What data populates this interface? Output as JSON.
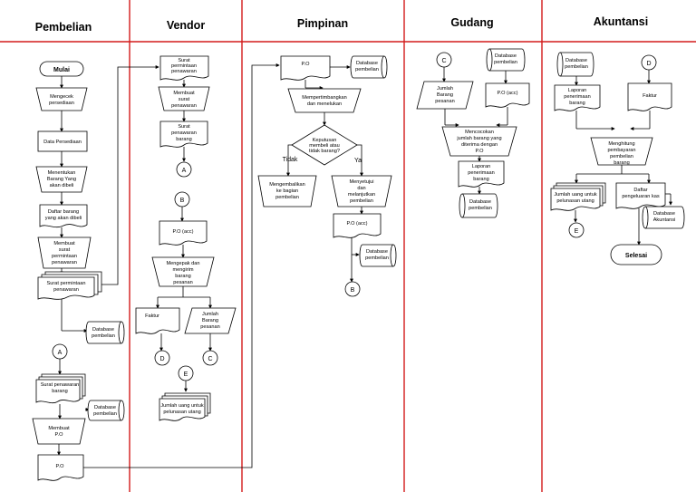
{
  "lanes": [
    "Pembelian",
    "Vendor",
    "Pimpinan",
    "Gudang",
    "Akuntansi"
  ],
  "pembelian": {
    "mulai": "Mulai",
    "mengecek": [
      "Mengecek",
      "persediaan"
    ],
    "data_persediaan": "Data Persediaan",
    "menentukan": [
      "Menentukan",
      "Barang Yang",
      "akan dibeli"
    ],
    "daftar_barang": [
      "Daftar barang",
      "yang akan dibeli"
    ],
    "membuat_surat": [
      "Membuat",
      "surat",
      "permintaan",
      "penawaran"
    ],
    "surat_permintaan": [
      "Surat permintaan",
      "penawaran"
    ],
    "database": [
      "Database",
      "pembelian"
    ],
    "conn_a": "A",
    "surat_penawaran": [
      "Surat penawaran",
      "barang"
    ],
    "database2": [
      "Database",
      "pembelian"
    ],
    "membuat_po": [
      "Membuat",
      "P.O"
    ],
    "po": "P.O"
  },
  "vendor": {
    "surat_permintaan": [
      "Surat",
      "permintaan",
      "penawaran"
    ],
    "membuat_surat": [
      "Membuat",
      "surat",
      "penawaran"
    ],
    "surat_penawaran": [
      "Surat",
      "penawaran",
      "barang"
    ],
    "conn_a": "A",
    "conn_b": "B",
    "po_acc": "P.O (acc)",
    "mengepak": [
      "Mengepak dan",
      "mengirim",
      "barang",
      "pesanan"
    ],
    "faktur": "Faktur",
    "jumlah_barang": [
      "Jumlah",
      "Barang",
      "pesanan"
    ],
    "conn_d": "D",
    "conn_c": "C",
    "conn_e": "E",
    "jumlah_uang": [
      "Jumlah uang untuk",
      "pelunasan utang"
    ]
  },
  "pimpinan": {
    "po": "P.O",
    "database": [
      "Database",
      "pembelian"
    ],
    "mempertimbangkan": [
      "Mempertimbangkan",
      "dan menelukan"
    ],
    "keputusan": [
      "Keputusan",
      "membeli atau",
      "tidak barang?"
    ],
    "tidak": "Tidak",
    "ya": "Ya",
    "mengembalikan": [
      "Mengembalikan",
      "ke bagian",
      "pembelian"
    ],
    "menyetujui": [
      "Menyetujui",
      "dan",
      "melanjutkan",
      "pembelian"
    ],
    "po_acc": "P.O (acc)",
    "database2": [
      "Database",
      "pembelian"
    ],
    "conn_b": "B"
  },
  "gudang": {
    "conn_c": "C",
    "database": [
      "Database",
      "pembelian"
    ],
    "jumlah_barang": [
      "Jumlah",
      "Barang",
      "pesanan"
    ],
    "po_acc": "P.O (acc)",
    "mencocokan": [
      "Mencocokan",
      "jumlah barang yang",
      "diterima dengan",
      "P.O"
    ],
    "laporan": [
      "Laporan",
      "penerimaan",
      "barang"
    ],
    "database2": [
      "Database",
      "pembelian"
    ]
  },
  "akuntansi": {
    "database": [
      "Database",
      "pembelian"
    ],
    "conn_d": "D",
    "laporan": [
      "Laporan",
      "penerimaan",
      "barang"
    ],
    "faktur": "Faktur",
    "menghitung": [
      "Menghitung",
      "pembayaran",
      "pembelian",
      "barang"
    ],
    "jumlah_uang": [
      "Jumlah uang untuk",
      "pelunasan utang"
    ],
    "daftar_pengeluaran": [
      "Daftar",
      "pengeluaran kas"
    ],
    "database_akuntansi": [
      "Database",
      "Akuntansi"
    ],
    "conn_e": "E",
    "selesai": "Selesai"
  }
}
